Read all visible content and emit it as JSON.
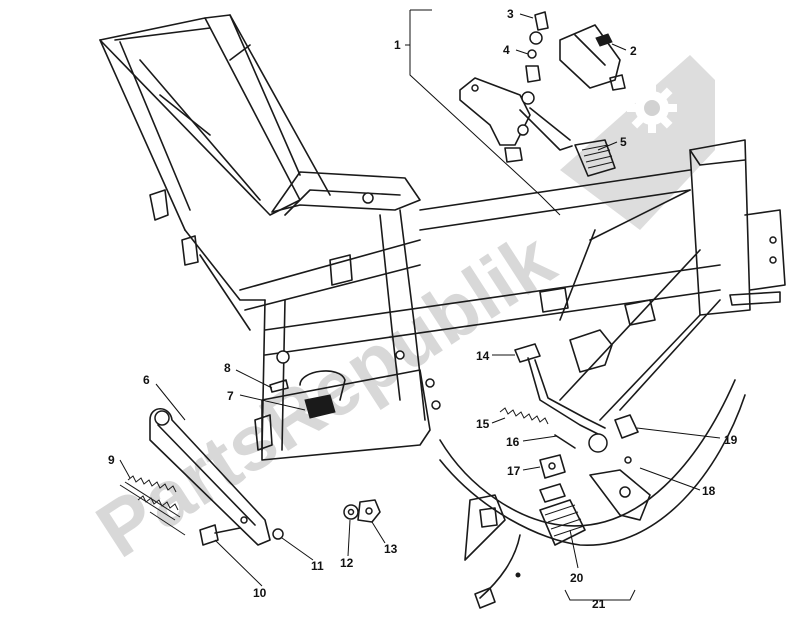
{
  "watermark": {
    "text": "PartsRepublik",
    "logo_icon": "gear-icon",
    "color": "#c8c8c8"
  },
  "callouts": [
    "1",
    "2",
    "3",
    "4",
    "5",
    "6",
    "7",
    "8",
    "9",
    "10",
    "11",
    "12",
    "13",
    "14",
    "15",
    "16",
    "17",
    "18",
    "19",
    "20",
    "21"
  ],
  "colors": {
    "line": "#1a1a1a",
    "background": "#ffffff"
  }
}
